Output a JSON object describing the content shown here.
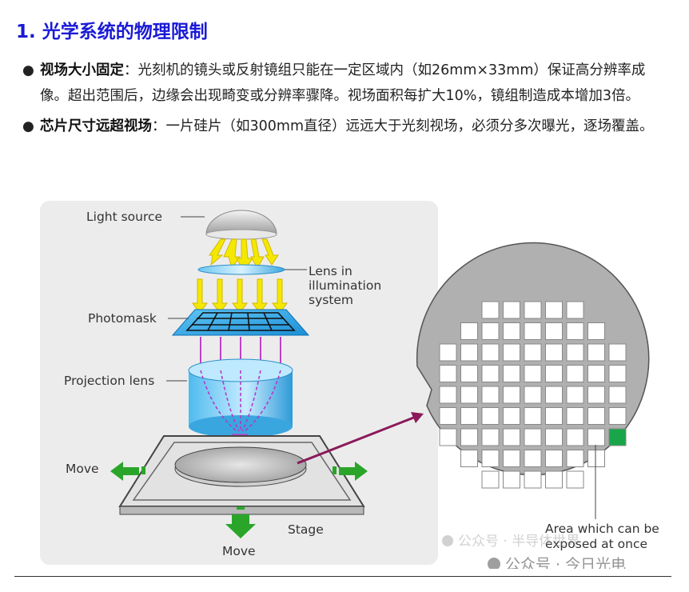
{
  "heading": "1. 光学系统的物理限制",
  "bullets": [
    {
      "term": "视场大小固定",
      "sep": "：",
      "text": "光刻机的镜头或反射镜组只能在一定区域内（如26mm×33mm）保证高分辨率成像。超出范围后，边缘会出现畸变或分辨率骤降。视场面积每扩大10%，镜组制造成本增加3倍。"
    },
    {
      "term": "芯片尺寸远超视场",
      "sep": "：",
      "text": "一片硅片（如300mm直径）远远大于光刻视场，必须分多次曝光，逐场覆盖。"
    }
  ],
  "figure": {
    "labels": {
      "light_source": "Light source",
      "lens_line1": "Lens in",
      "lens_line2": "illumination",
      "lens_line3": "system",
      "photomask": "Photomask",
      "projection_lens": "Projection lens",
      "move_left": "Move",
      "move_down": "Move",
      "stage": "Stage",
      "area_line1": "Area which can be",
      "area_line2": "exposed at once"
    },
    "watermarks": [
      "公众号 · 半导体世界",
      "公众号 · 今日光电"
    ],
    "colors": {
      "panel": "#ececec",
      "beam": "#f4e800",
      "lens_blue": "#3ab0e8",
      "magenta": "#c040c8",
      "arrow_green": "#2aa52a",
      "pointer": "#8a1a5a",
      "exposed": "#19a64a"
    }
  }
}
